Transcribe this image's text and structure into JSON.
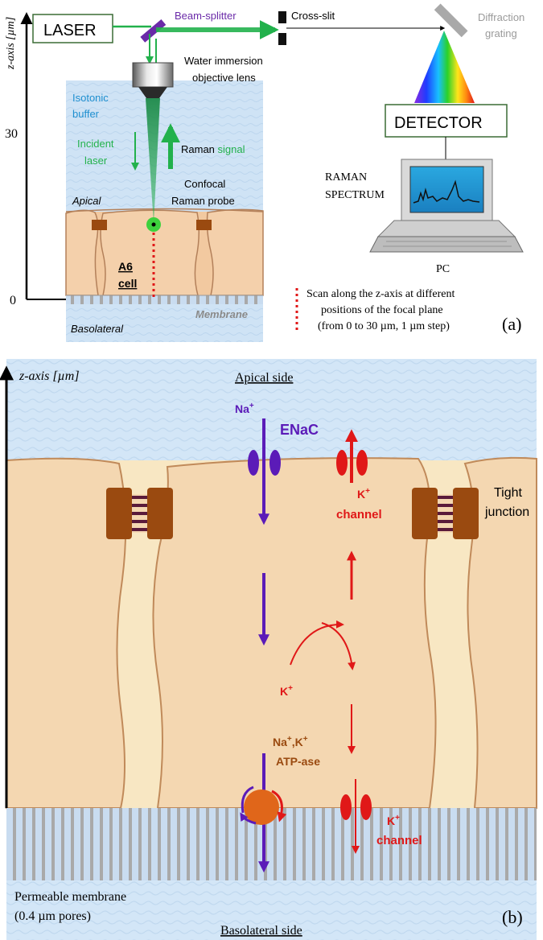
{
  "panel_a": {
    "axis_label": "z-axis [µm]",
    "tick_30": "30",
    "tick_0": "0",
    "laser": "LASER",
    "beam_splitter": "Beam-splitter",
    "cross_slit": "Cross-slit",
    "diffraction_grating_1": "Diffraction",
    "diffraction_grating_2": "grating",
    "objective_1": "Water immersion",
    "objective_2": "objective lens",
    "isotonic_1": "Isotonic",
    "isotonic_2": "buffer",
    "incident_1": "Incident",
    "incident_2": "laser",
    "raman_signal_a": "Raman ",
    "raman_signal_b": "signal",
    "confocal_1": "Confocal",
    "confocal_2": "Raman probe",
    "apical": "Apical",
    "a6_1": "A6",
    "a6_2": "cell",
    "membrane": "Membrane",
    "basolateral": "Basolateral",
    "detector": "DETECTOR",
    "raman_spectrum_1": "RAMAN",
    "raman_spectrum_2": "SPECTRUM",
    "pc": "PC",
    "scan_1": "Scan along the z-axis at different",
    "scan_2": "positions of the focal plane",
    "scan_3": "(from 0 to 30 µm, 1 µm step)",
    "panel_label": "(a)"
  },
  "panel_b": {
    "axis_label": "z-axis [µm]",
    "apical_side": "Apical side",
    "na": "Na",
    "plus": "+",
    "enac": "ENaC",
    "k": "K",
    "channel": "channel",
    "tight_1": "Tight",
    "tight_2": "junction",
    "na_k_1": "Na",
    "na_k_2": ",K",
    "atpase": "ATP-ase",
    "permeable_1": "Permeable membrane",
    "permeable_2": "(0.4 µm pores)",
    "basolateral_side": "Basolateral side",
    "panel_label": "(b)"
  },
  "colors": {
    "laser_green": "#22b14c",
    "sodium_purple": "#5b1bb8",
    "potassium_red": "#e01818",
    "cell_fill": "#f3d2aa",
    "junction_brown": "#9a4a10",
    "atpase_orange": "#e0661a"
  }
}
